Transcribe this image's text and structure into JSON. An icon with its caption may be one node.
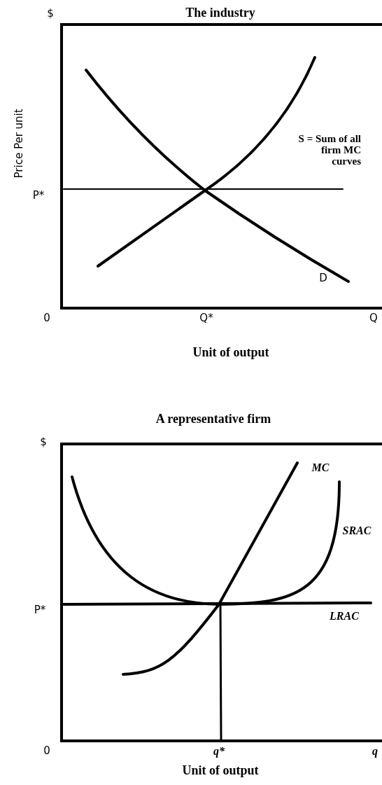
{
  "diagram": {
    "labels": [
      "$",
      "The industry",
      "Price Per unit",
      "S = Sum of all firm MC curves",
      "P*",
      "D",
      "0",
      "Q*",
      "Q",
      "Unit of output",
      "A representative firm",
      "$",
      "MC",
      "SRAC",
      "P*",
      "LRAC",
      "0",
      "q*",
      "q",
      "Unit of output"
    ]
  }
}
